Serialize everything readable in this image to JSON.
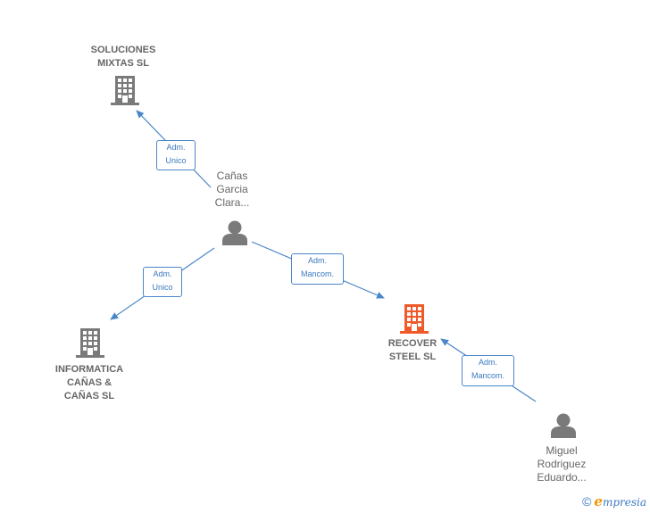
{
  "nodes": {
    "soluciones": {
      "label": "SOLUCIONES\nMIXTAS SL",
      "type": "company",
      "color": "#7a7a7a"
    },
    "canas_person": {
      "label": "Cañas\nGarcia\nClara...",
      "type": "person",
      "color": "#7a7a7a"
    },
    "informatica": {
      "label": "INFORMATICA\nCAÑAS &\nCAÑAS SL",
      "type": "company",
      "color": "#7a7a7a"
    },
    "recover": {
      "label": "RECOVER\nSTEEL  SL",
      "type": "company",
      "color": "#f05a28",
      "focus": true
    },
    "miguel": {
      "label": "Miguel\nRodriguez\nEduardo...",
      "type": "person",
      "color": "#7a7a7a"
    }
  },
  "edges": [
    {
      "from": "canas_person",
      "to": "soluciones",
      "label_line1": "Adm.",
      "label_line2": "Unico"
    },
    {
      "from": "canas_person",
      "to": "informatica",
      "label_line1": "Adm.",
      "label_line2": "Unico"
    },
    {
      "from": "canas_person",
      "to": "recover",
      "label_line1": "Adm.",
      "label_line2": "Mancom."
    },
    {
      "from": "miguel",
      "to": "recover",
      "label_line1": "Adm.",
      "label_line2": "Mancom."
    }
  ],
  "colors": {
    "edge": "#4a86c8",
    "edge_text": "#3b78c0"
  },
  "footer": {
    "copyright": "©",
    "brand_initial": "e",
    "brand_rest": "mpresia"
  }
}
